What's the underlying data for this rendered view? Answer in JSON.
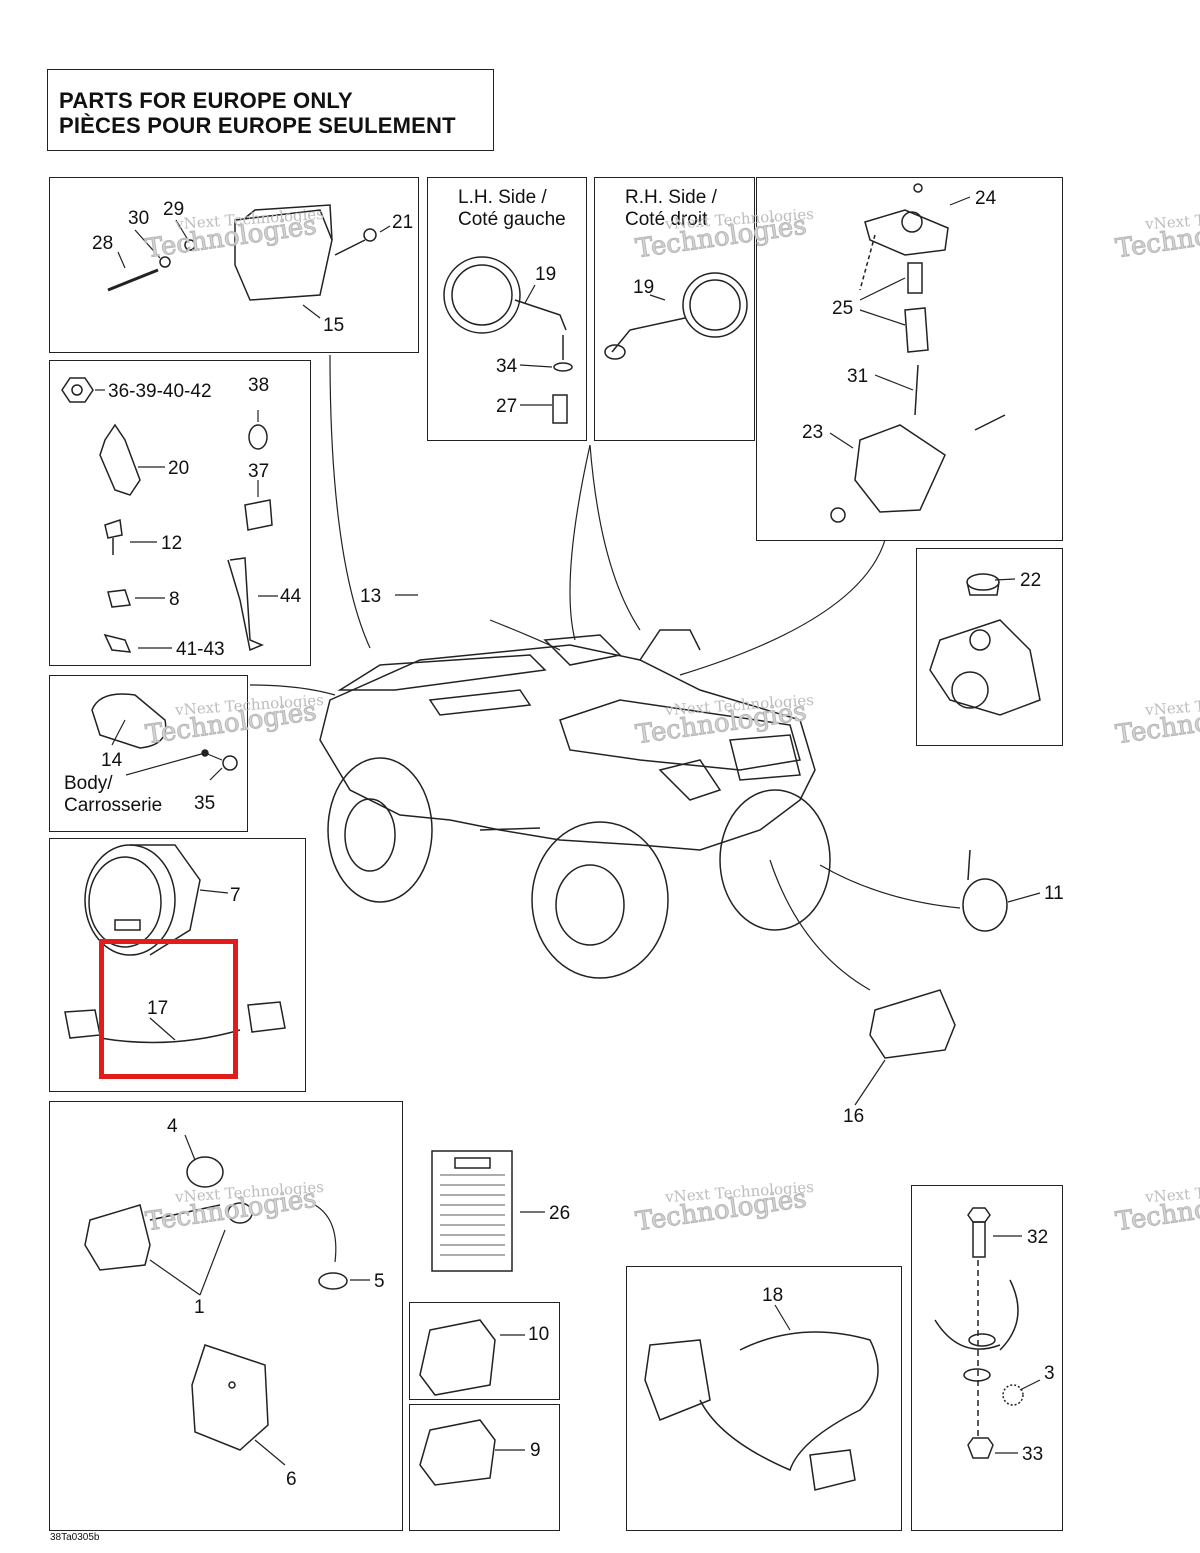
{
  "header": {
    "line1": "PARTS FOR EUROPE ONLY",
    "line2": "PIÈCES POUR EUROPE SEULEMENT"
  },
  "labels": {
    "lh_side": "L.H. Side /\nCoté gauche",
    "rh_side": "R.H. Side /\nCoté droit",
    "body": "Body/\nCarrosserie"
  },
  "callouts": {
    "c1": "1",
    "c3": "3",
    "c4": "4",
    "c5": "5",
    "c6": "6",
    "c7": "7",
    "c8": "8",
    "c9": "9",
    "c10": "10",
    "c11": "11",
    "c12": "12",
    "c13": "13",
    "c14": "14",
    "c15": "15",
    "c16": "16",
    "c17": "17",
    "c18": "18",
    "c19a": "19",
    "c19b": "19",
    "c20": "20",
    "c21": "21",
    "c22": "22",
    "c23": "23",
    "c24": "24",
    "c25": "25",
    "c26": "26",
    "c27": "27",
    "c28": "28",
    "c29": "29",
    "c30": "30",
    "c31": "31",
    "c32": "32",
    "c33": "33",
    "c34": "34",
    "c35": "35",
    "c36": "36-39-40-42",
    "c37": "37",
    "c38": "38",
    "c41": "41-43",
    "c44": "44"
  },
  "watermark": {
    "line1": "vNext Technologies",
    "line2": "Technologies"
  },
  "drawing_code": "38Ta0305b",
  "highlight_color": "#e31b1b"
}
